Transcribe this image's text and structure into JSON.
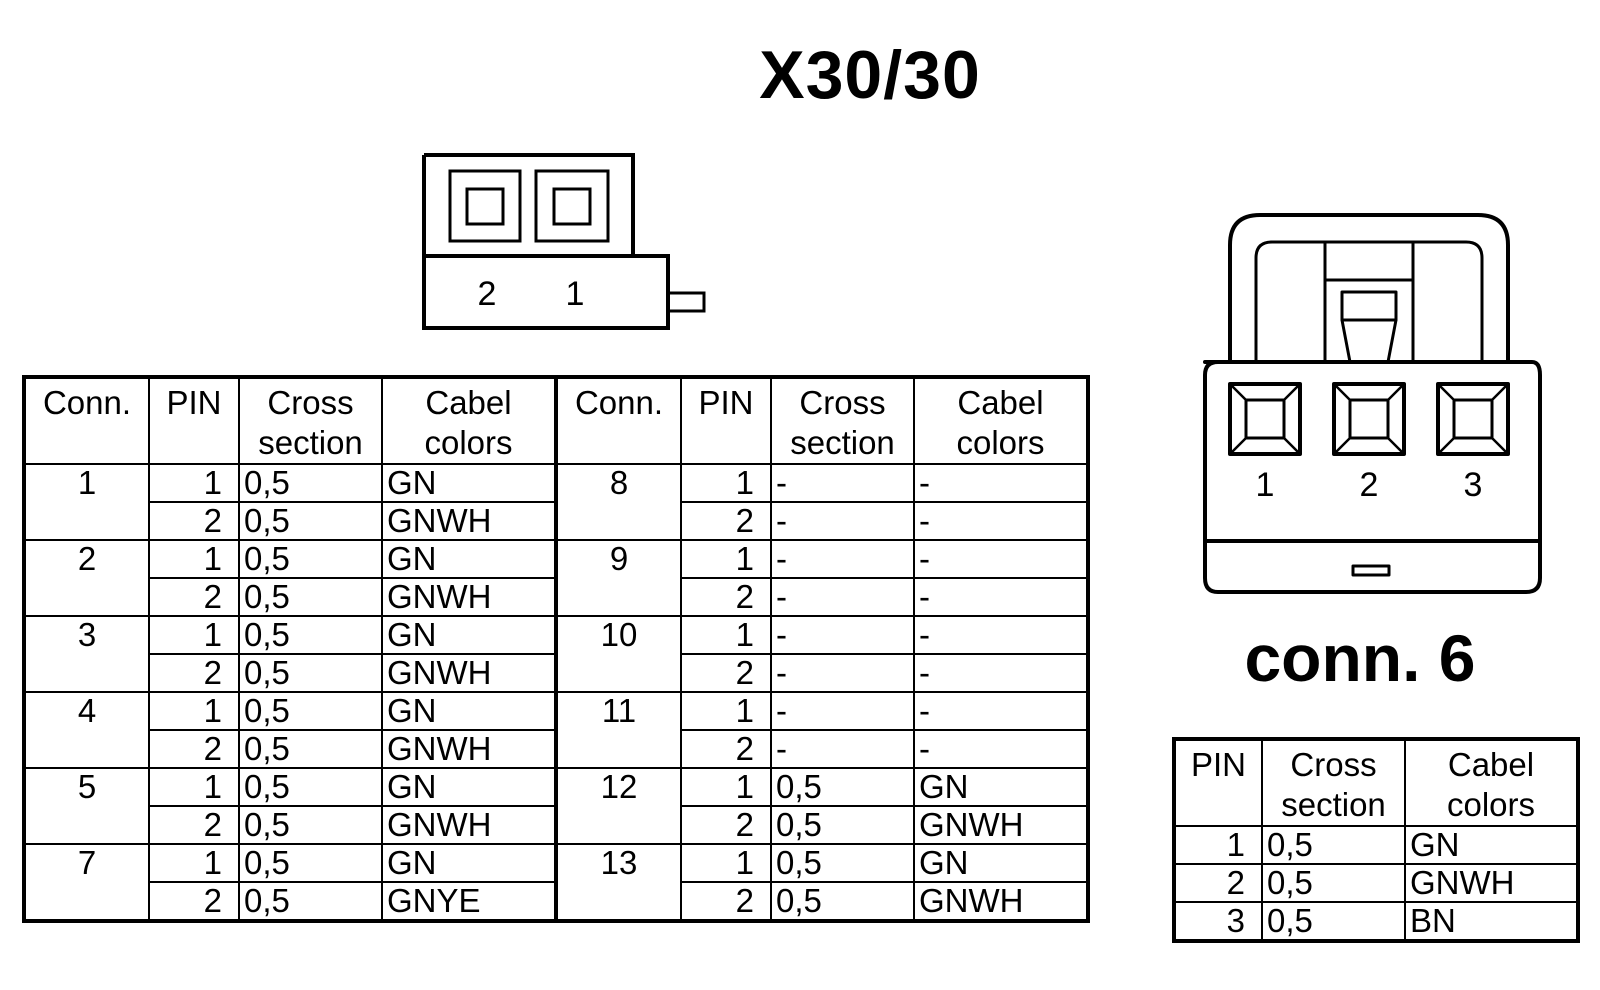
{
  "title": "X30/30",
  "connector_x30": {
    "pin_labels": [
      "2",
      "1"
    ]
  },
  "connector_6": {
    "title": "conn. 6",
    "pin_labels": [
      "1",
      "2",
      "3"
    ]
  },
  "main_table": {
    "headers": [
      "Conn.",
      "PIN",
      "Cross\nsection",
      "Cabel\ncolors",
      "Conn.",
      "PIN",
      "Cross\nsection",
      "Cabel\ncolors"
    ],
    "groups": [
      {
        "left": {
          "conn": "1",
          "rows": [
            {
              "pin": "1",
              "cross": "0,5",
              "color": "GN"
            },
            {
              "pin": "2",
              "cross": "0,5",
              "color": "GNWH"
            }
          ]
        },
        "right": {
          "conn": "8",
          "rows": [
            {
              "pin": "1",
              "cross": "-",
              "color": "-"
            },
            {
              "pin": "2",
              "cross": "-",
              "color": "-"
            }
          ]
        }
      },
      {
        "left": {
          "conn": "2",
          "rows": [
            {
              "pin": "1",
              "cross": "0,5",
              "color": "GN"
            },
            {
              "pin": "2",
              "cross": "0,5",
              "color": "GNWH"
            }
          ]
        },
        "right": {
          "conn": "9",
          "rows": [
            {
              "pin": "1",
              "cross": "-",
              "color": "-"
            },
            {
              "pin": "2",
              "cross": "-",
              "color": "-"
            }
          ]
        }
      },
      {
        "left": {
          "conn": "3",
          "rows": [
            {
              "pin": "1",
              "cross": "0,5",
              "color": "GN"
            },
            {
              "pin": "2",
              "cross": "0,5",
              "color": "GNWH"
            }
          ]
        },
        "right": {
          "conn": "10",
          "rows": [
            {
              "pin": "1",
              "cross": "-",
              "color": "-"
            },
            {
              "pin": "2",
              "cross": "-",
              "color": "-"
            }
          ]
        }
      },
      {
        "left": {
          "conn": "4",
          "rows": [
            {
              "pin": "1",
              "cross": "0,5",
              "color": "GN"
            },
            {
              "pin": "2",
              "cross": "0,5",
              "color": "GNWH"
            }
          ]
        },
        "right": {
          "conn": "11",
          "rows": [
            {
              "pin": "1",
              "cross": "-",
              "color": "-"
            },
            {
              "pin": "2",
              "cross": "-",
              "color": "-"
            }
          ]
        }
      },
      {
        "left": {
          "conn": "5",
          "rows": [
            {
              "pin": "1",
              "cross": "0,5",
              "color": "GN"
            },
            {
              "pin": "2",
              "cross": "0,5",
              "color": "GNWH"
            }
          ]
        },
        "right": {
          "conn": "12",
          "rows": [
            {
              "pin": "1",
              "cross": "0,5",
              "color": "GN"
            },
            {
              "pin": "2",
              "cross": "0,5",
              "color": "GNWH"
            }
          ]
        }
      },
      {
        "left": {
          "conn": "7",
          "rows": [
            {
              "pin": "1",
              "cross": "0,5",
              "color": "GN"
            },
            {
              "pin": "2",
              "cross": "0,5",
              "color": "GNYE"
            }
          ]
        },
        "right": {
          "conn": "13",
          "rows": [
            {
              "pin": "1",
              "cross": "0,5",
              "color": "GN"
            },
            {
              "pin": "2",
              "cross": "0,5",
              "color": "GNWH"
            }
          ]
        }
      }
    ]
  },
  "conn6_table": {
    "headers": [
      "PIN",
      "Cross\nsection",
      "Cabel\ncolors"
    ],
    "rows": [
      {
        "pin": "1",
        "cross": "0,5",
        "color": "GN"
      },
      {
        "pin": "2",
        "cross": "0,5",
        "color": "GNWH"
      },
      {
        "pin": "3",
        "cross": "0,5",
        "color": "BN"
      }
    ]
  }
}
